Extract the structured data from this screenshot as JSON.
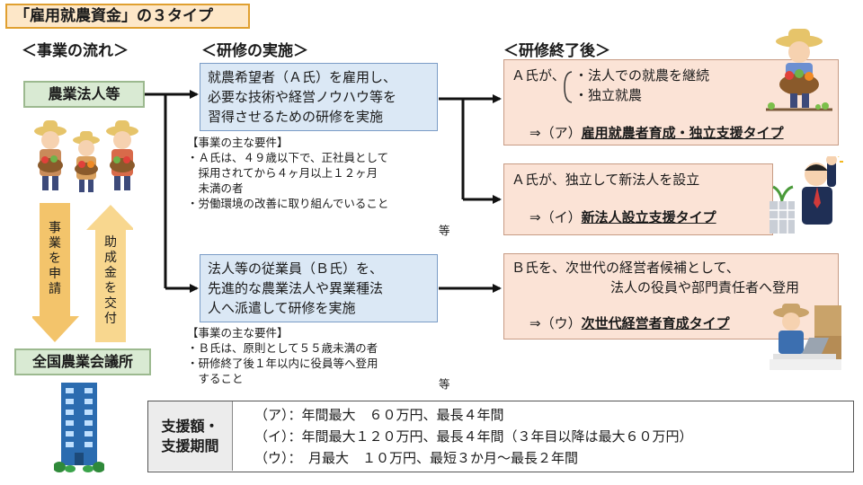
{
  "title": "「雇用就農資金」の３タイプ",
  "headers": {
    "flow": "＜事業の流れ＞",
    "training": "＜研修の実施＞",
    "after": "＜研修終了後＞"
  },
  "entities": {
    "farm": "農業法人等",
    "council": "全国農業会議所"
  },
  "arrows": {
    "apply": [
      "事",
      "業",
      "を",
      "申",
      "請"
    ],
    "grant": [
      "助",
      "成",
      "金",
      "を",
      "交",
      "付"
    ]
  },
  "training_a": {
    "lines": [
      "就農希望者（Ａ氏）を雇用し、",
      "必要な技術や経営ノウハウ等を",
      "習得させるための研修を実施"
    ],
    "req_title": "【事業の主な要件】",
    "req_lines": [
      "・Ａ氏は、４９歳以下で、正社員として",
      "　採用されてから４ヶ月以上１２ヶ月",
      "　未満の者",
      "・労働環境の改善に取り組んでいること"
    ],
    "etc": "等"
  },
  "training_b": {
    "lines": [
      "法人等の従業員（Ｂ氏）を、",
      "先進的な農業法人や異業種法",
      "人へ派遣して研修を実施"
    ],
    "req_title": "【事業の主な要件】",
    "req_lines": [
      "・Ｂ氏は、原則として５５歳未満の者",
      "・研修終了後１年以内に役員等へ登用",
      "　すること"
    ],
    "etc": "等"
  },
  "results": {
    "a": {
      "lead": "Ａ氏が、",
      "options": [
        "・法人での就農を継続",
        "・独立就農"
      ],
      "arrow": "⇒（ア）",
      "type": "雇用就農者育成・独立支援タイプ"
    },
    "i": {
      "lead": "Ａ氏が、独立して新法人を設立",
      "arrow": "⇒（イ）",
      "type": "新法人設立支援タイプ"
    },
    "u": {
      "line1": "Ｂ氏を、次世代の経営者候補として、",
      "line2": "法人の役員や部門責任者へ登用",
      "arrow": "⇒（ウ）",
      "type": "次世代経営者育成タイプ"
    }
  },
  "support": {
    "label": [
      "支援額・",
      "支援期間"
    ],
    "rows": [
      "（ア）：年間最大　６０万円、最長４年間",
      "（イ）：年間最大１２０万円、最長４年間（３年目以降は最大６０万円）",
      "（ウ）：　月最大　１０万円、最短３か月～最長２年間"
    ]
  },
  "colors": {
    "title_bg": "#fde7c8",
    "entity_bg": "#d9ead3",
    "training_bg": "#dbe8f5",
    "result_bg": "#fbe3d6",
    "apply_arrow": "#f3c46b",
    "grant_arrow": "#f8d78f"
  }
}
